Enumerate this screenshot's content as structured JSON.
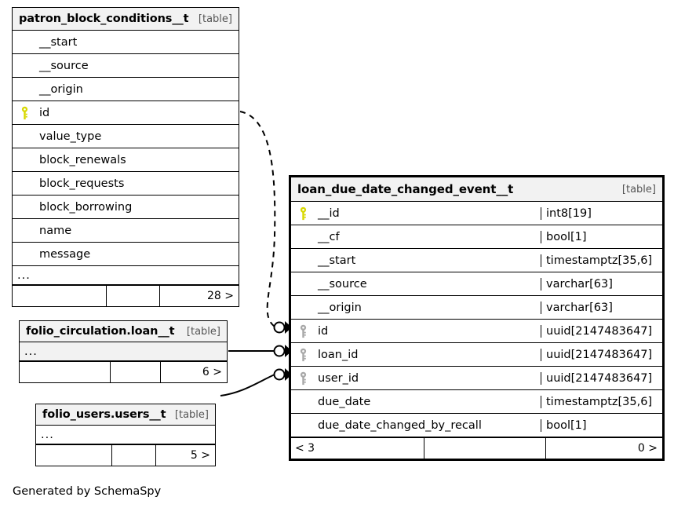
{
  "diagram": {
    "generator_caption": "Generated by SchemaSpy",
    "table_tag": "[table]",
    "ellipsis": "...",
    "key_icon_pk": "key-icon-primary",
    "key_icon_fk": "key-icon-foreign",
    "colors": {
      "pk_key": "#d8d800",
      "fk_key": "#a8a8a8",
      "header_bg": "#f2f2f2",
      "border": "#000000"
    }
  },
  "entities": [
    {
      "id": "patron_block_conditions_t",
      "name": "patron_block_conditions__t",
      "tag": "[table]",
      "columns": [
        {
          "name": "__start",
          "type": "",
          "key": "none"
        },
        {
          "name": "__source",
          "type": "",
          "key": "none"
        },
        {
          "name": "__origin",
          "type": "",
          "key": "none"
        },
        {
          "name": "id",
          "type": "",
          "key": "primary"
        },
        {
          "name": "value_type",
          "type": "",
          "key": "none"
        },
        {
          "name": "block_renewals",
          "type": "",
          "key": "none"
        },
        {
          "name": "block_requests",
          "type": "",
          "key": "none"
        },
        {
          "name": "block_borrowing",
          "type": "",
          "key": "none"
        },
        {
          "name": "name",
          "type": "",
          "key": "none"
        },
        {
          "name": "message",
          "type": "",
          "key": "none"
        }
      ],
      "more_row": "...",
      "footer": {
        "left": "",
        "middle": "",
        "right": "28 >"
      }
    },
    {
      "id": "folio_circulation_loan_t",
      "name": "folio_circulation.loan__t",
      "tag": "[table]",
      "columns": [],
      "more_row": "...",
      "footer": {
        "left": "",
        "middle": "",
        "right": "6 >"
      }
    },
    {
      "id": "folio_users_users_t",
      "name": "folio_users.users__t",
      "tag": "[table]",
      "columns": [],
      "more_row": "...",
      "footer": {
        "left": "",
        "middle": "",
        "right": "5 >"
      }
    },
    {
      "id": "loan_due_date_changed_event_t",
      "name": "loan_due_date_changed_event__t",
      "tag": "[table]",
      "columns": [
        {
          "name": "__id",
          "type": "int8[19]",
          "key": "primary"
        },
        {
          "name": "__cf",
          "type": "bool[1]",
          "key": "none"
        },
        {
          "name": "__start",
          "type": "timestamptz[35,6]",
          "key": "none"
        },
        {
          "name": "__source",
          "type": "varchar[63]",
          "key": "none"
        },
        {
          "name": "__origin",
          "type": "varchar[63]",
          "key": "none"
        },
        {
          "name": "id",
          "type": "uuid[2147483647]",
          "key": "foreign"
        },
        {
          "name": "loan_id",
          "type": "uuid[2147483647]",
          "key": "foreign"
        },
        {
          "name": "user_id",
          "type": "uuid[2147483647]",
          "key": "foreign"
        },
        {
          "name": "due_date",
          "type": "timestamptz[35,6]",
          "key": "none"
        },
        {
          "name": "due_date_changed_by_recall",
          "type": "bool[1]",
          "key": "none"
        }
      ],
      "more_row": null,
      "footer": {
        "left": "< 3",
        "middle": "",
        "right": "0 >"
      }
    }
  ],
  "relationships": [
    {
      "from": "patron_block_conditions_t.id",
      "to": "loan_due_date_changed_event_t.id",
      "style": "dashed"
    },
    {
      "from": "folio_circulation_loan_t",
      "to": "loan_due_date_changed_event_t.loan_id",
      "style": "solid"
    },
    {
      "from": "folio_users_users_t",
      "to": "loan_due_date_changed_event_t.user_id",
      "style": "solid"
    }
  ]
}
